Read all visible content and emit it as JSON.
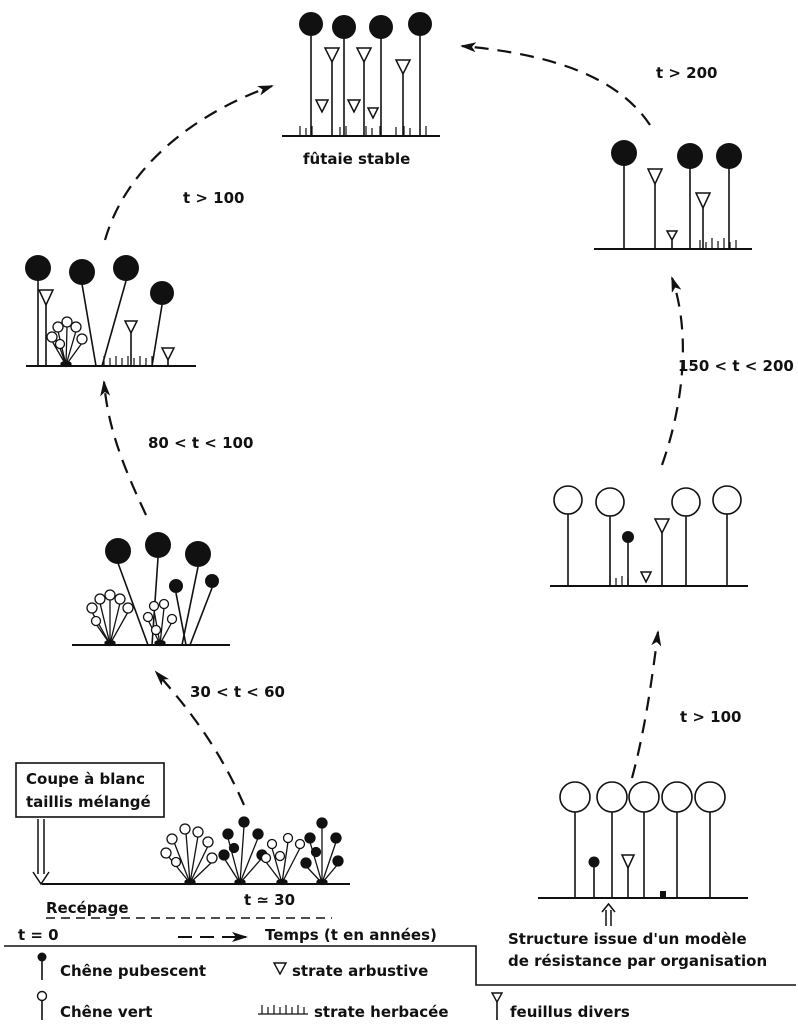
{
  "stages": {
    "stable_label": "fûtaie stable",
    "clearcut_label_line1": "Coupe à blanc",
    "clearcut_label_line2": "taillis mélangé",
    "recepage_label": "Recépage",
    "model_label_line1": "Structure issue d'un modèle",
    "model_label_line2": "de résistance par organisation"
  },
  "transitions": {
    "t_gt_200": "t > 200",
    "t_gt_100_left": "t > 100",
    "t_150_200": "150 < t < 200",
    "t_80_100": "80 < t < 100",
    "t_30_60": "30 < t < 60",
    "t_gt_100_right": "t > 100",
    "t_approx_30": "t ≃ 30"
  },
  "timeline": {
    "t0": "t = 0",
    "axis_label": "Temps (t en années)"
  },
  "legend": {
    "chene_pubescent": "Chêne pubescent",
    "chene_vert": "Chêne vert",
    "strate_arbustive": "strate arbustive",
    "strate_herbacee": "strate herbacée",
    "feuillus_divers": "feuillus divers"
  },
  "colors": {
    "ink": "#111111",
    "paper": "#ffffff"
  }
}
